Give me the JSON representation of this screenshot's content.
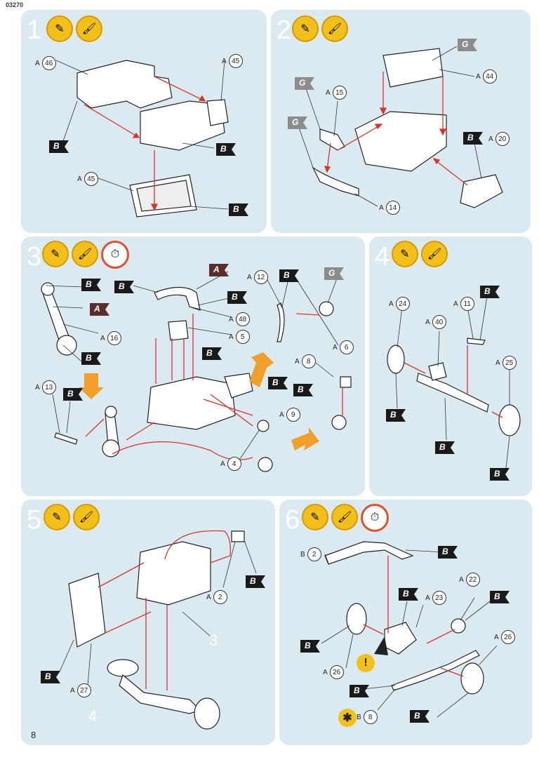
{
  "header": {
    "code": "03270"
  },
  "footer": {
    "page": "8"
  },
  "colors": {
    "panel": "#dbeaf1",
    "arrow": "#d8352a",
    "flag_b": "#1a1a1a",
    "flag_a": "#5a2d2d",
    "flag_g": "#8c8c8c",
    "icon": "#f3c01a"
  },
  "steps": [
    {
      "num": "1",
      "icons": [
        "glue-icon",
        "paint-icon"
      ],
      "labels": [
        {
          "pre": "A",
          "n": "46"
        },
        {
          "pre": "A",
          "n": "45"
        },
        {
          "pre": "A",
          "n": "45"
        }
      ],
      "flags": [
        "B",
        "B",
        "B"
      ]
    },
    {
      "num": "2",
      "icons": [
        "glue-icon",
        "paint-icon"
      ],
      "labels": [
        {
          "pre": "A",
          "n": "44"
        },
        {
          "pre": "A",
          "n": "15"
        },
        {
          "pre": "A",
          "n": "20"
        },
        {
          "pre": "A",
          "n": "14"
        }
      ],
      "flags": [
        "G",
        "G",
        "G",
        "B"
      ]
    },
    {
      "num": "3",
      "icons": [
        "glue-icon",
        "paint-icon",
        "clock-icon"
      ],
      "labels": [
        {
          "pre": "A",
          "n": "16"
        },
        {
          "pre": "A",
          "n": "48"
        },
        {
          "pre": "A",
          "n": "5"
        },
        {
          "pre": "A",
          "n": "12"
        },
        {
          "pre": "A",
          "n": "6"
        },
        {
          "pre": "A",
          "n": "13"
        },
        {
          "pre": "A",
          "n": "8"
        },
        {
          "pre": "A",
          "n": "9"
        },
        {
          "pre": "A",
          "n": "4"
        }
      ],
      "flags": [
        "B",
        "A",
        "B",
        "A",
        "B",
        "B",
        "B",
        "G",
        "B",
        "B",
        "B",
        "B"
      ]
    },
    {
      "num": "4",
      "icons": [
        "glue-icon",
        "paint-icon"
      ],
      "labels": [
        {
          "pre": "A",
          "n": "24"
        },
        {
          "pre": "A",
          "n": "40"
        },
        {
          "pre": "A",
          "n": "11"
        },
        {
          "pre": "A",
          "n": "25"
        }
      ],
      "flags": [
        "B",
        "B",
        "B",
        "B"
      ]
    },
    {
      "num": "5",
      "icons": [
        "glue-icon",
        "paint-icon"
      ],
      "labels": [
        {
          "pre": "A",
          "n": "2"
        },
        {
          "pre": "A",
          "n": "27"
        }
      ],
      "flags": [
        "B",
        "B"
      ],
      "refs": [
        "3",
        "4"
      ]
    },
    {
      "num": "6",
      "icons": [
        "glue-icon",
        "paint-icon",
        "clock-icon"
      ],
      "labels": [
        {
          "pre": "B",
          "n": "2"
        },
        {
          "pre": "A",
          "n": "22"
        },
        {
          "pre": "A",
          "n": "23"
        },
        {
          "pre": "A",
          "n": "26"
        },
        {
          "pre": "A",
          "n": "26"
        },
        {
          "pre": "B",
          "n": "8"
        }
      ],
      "flags": [
        "B",
        "B",
        "B",
        "B",
        "B",
        "B"
      ],
      "warning": "!"
    }
  ]
}
